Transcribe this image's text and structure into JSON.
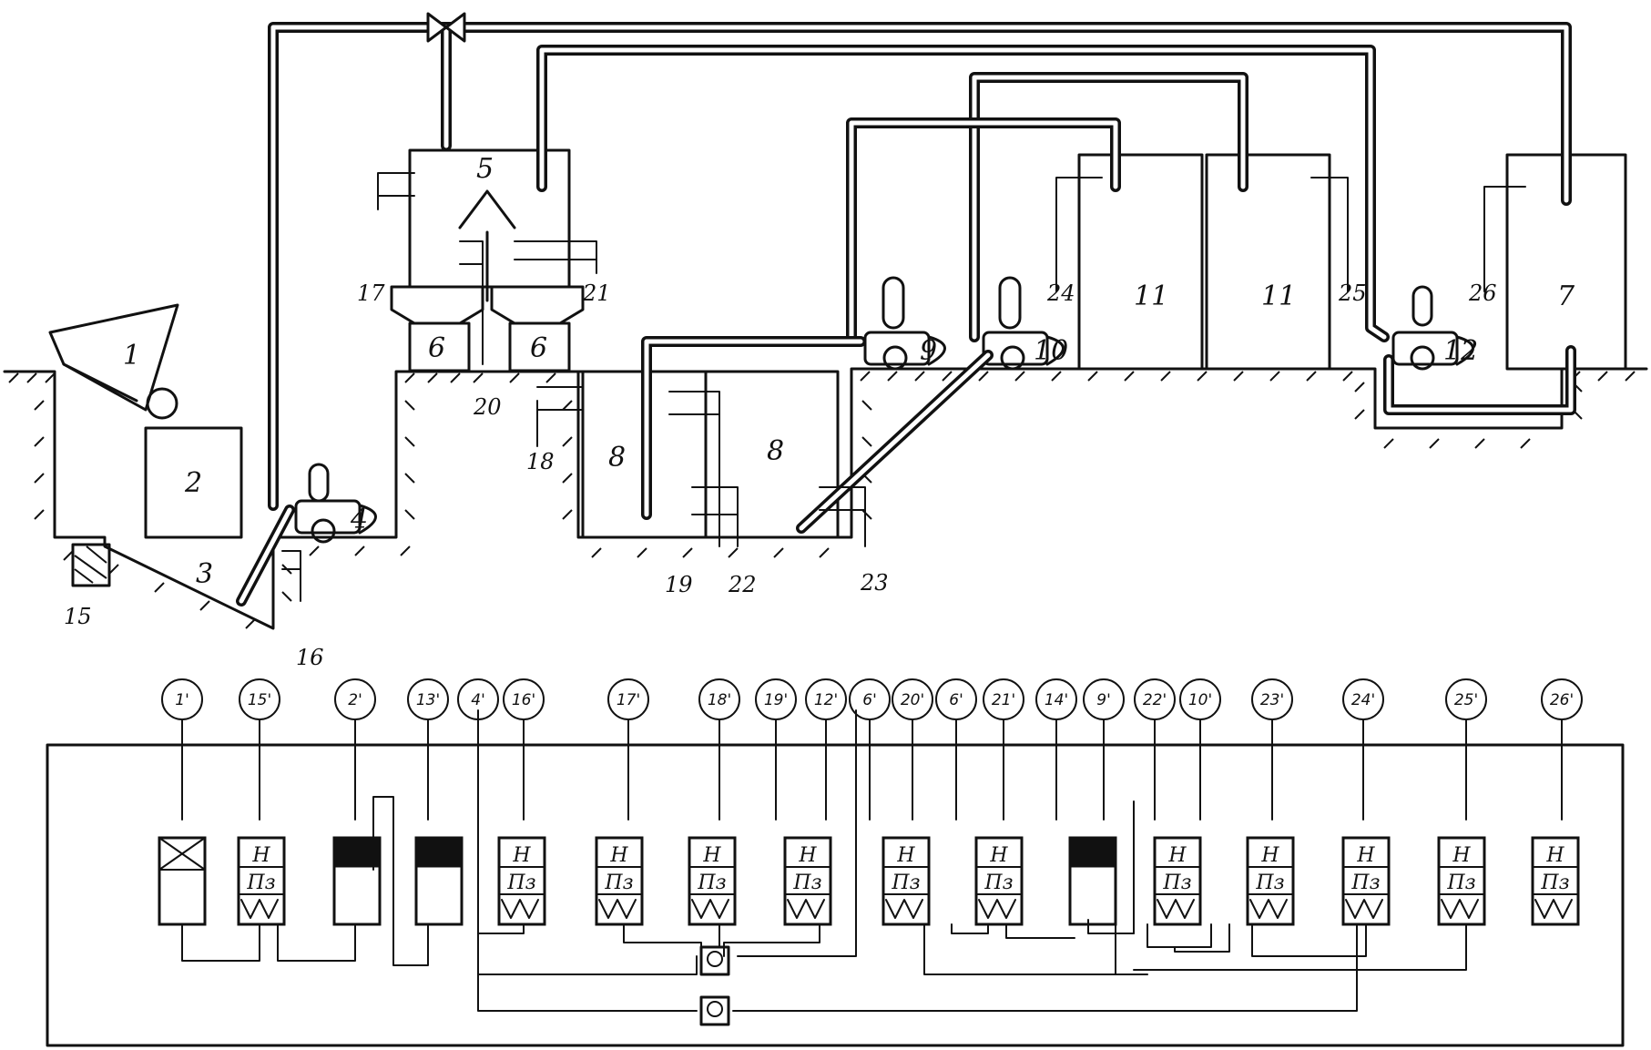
{
  "equipment_labels": {
    "bin_1": "1",
    "unit_2": "2",
    "pit_3": "3",
    "pump_4": "4",
    "tank_5": "5",
    "hopper_6_left": "6",
    "hopper_6_right": "6",
    "tank_7": "7",
    "basin_8_left": "8",
    "basin_8_right": "8",
    "pump_9": "9",
    "pump_10": "10",
    "tank_11_left": "11",
    "tank_11_right": "11",
    "pump_12": "12"
  },
  "sensor_labels": {
    "s15": "15",
    "s16": "16",
    "s17": "17",
    "s18": "18",
    "s19": "19",
    "s20": "20",
    "s21": "21",
    "s22": "22",
    "s23": "23",
    "s24": "24",
    "s25": "25",
    "s26": "26"
  },
  "control_tags": [
    "1'",
    "15'",
    "2'",
    "13'",
    "4'",
    "16'",
    "17'",
    "18'",
    "19'",
    "12'",
    "6'",
    "20'",
    "6'",
    "21'",
    "14'",
    "9'",
    "22'",
    "10'",
    "23'",
    "24'",
    "25'",
    "26'"
  ],
  "device_text": {
    "upper": "Н",
    "lower": "Пз"
  }
}
